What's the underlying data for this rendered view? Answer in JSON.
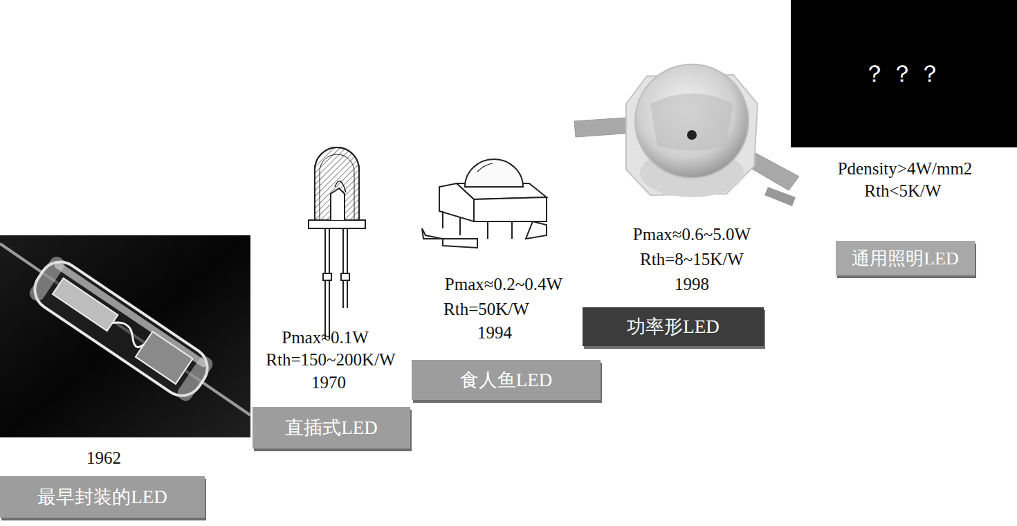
{
  "diagram": {
    "nodes": [
      {
        "text": [
          "最早封装的LED"
        ]
      },
      {
        "text": [
          "直插式LED"
        ]
      },
      {
        "text": [
          "食人鱼LED"
        ]
      },
      {
        "text": [
          "功率形LED"
        ]
      },
      {
        "text": [
          "？？？"
        ]
      },
      {
        "text": [
          "通用照明LED"
        ]
      }
    ],
    "labels": [
      "1962",
      "Pmax≈0.1W",
      "Rth=150~200K/W",
      "1970",
      "Pmax≈0.2~0.4W",
      "Rth=50K/W",
      "1994",
      "Pmax≈0.6~5.0W",
      "Rth=8~15K/W",
      "1998",
      "Pdensity>4W/mm2",
      "Rth<5K/W"
    ]
  }
}
